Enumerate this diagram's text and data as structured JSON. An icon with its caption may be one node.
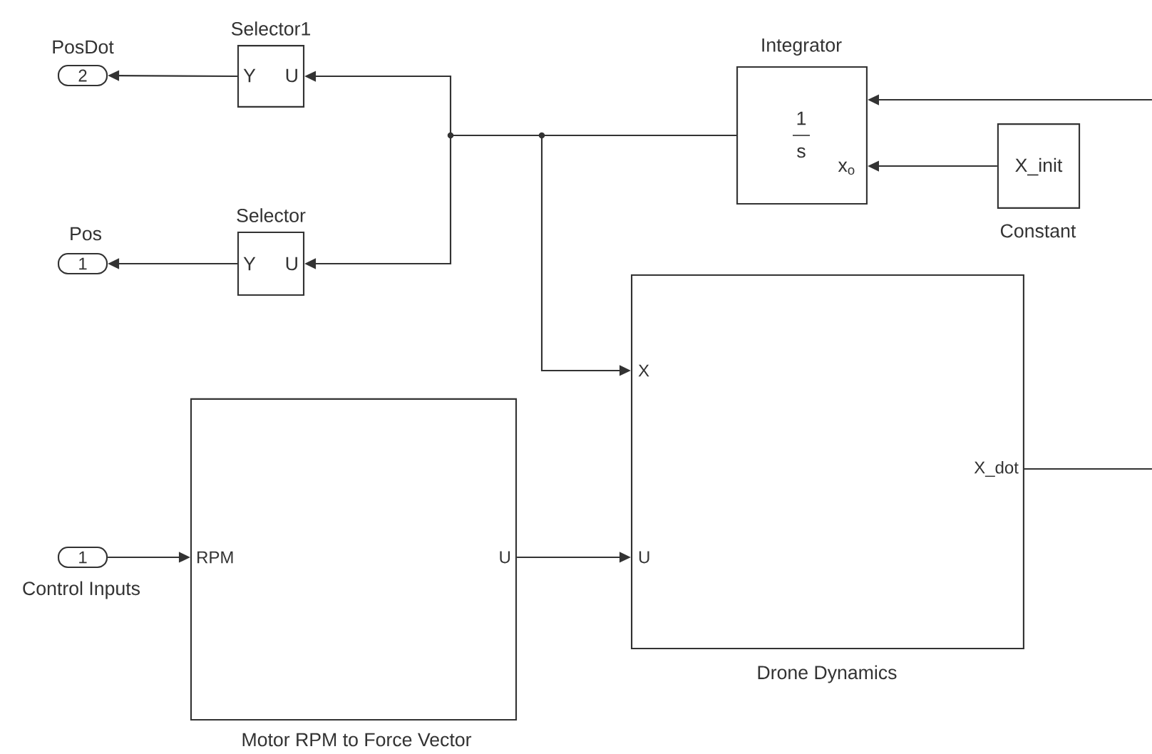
{
  "diagram": {
    "nodes": [
      {
        "text": [
          "2"
        ],
        "beside": [
          "PosDot"
        ]
      },
      {
        "text": [
          "Y",
          "U"
        ],
        "beside": [
          "Selector1"
        ]
      },
      {
        "text": [
          "1"
        ],
        "beside": [
          "Pos"
        ]
      },
      {
        "text": [
          "Y",
          "U"
        ],
        "beside": [
          "Selector"
        ]
      },
      {
        "text": [
          "1",
          "s",
          "x$_{o}$"
        ],
        "beside": [
          "Integrator"
        ]
      },
      {
        "text": [
          "X_init"
        ],
        "beside": [
          "Constant"
        ]
      },
      {
        "text": [
          "X",
          "U",
          "X_dot"
        ],
        "beside": [
          "Drone Dynamics"
        ]
      },
      {
        "text": [
          "1"
        ],
        "beside": [
          "Control Inputs"
        ]
      },
      {
        "text": [
          "RPM",
          "U"
        ],
        "beside": [
          "Motor RPM to Force Vector"
        ]
      }
    ],
    "edges": [
      {
        "from": 1,
        "to": 0,
        "arrow": "to"
      },
      {
        "from": 3,
        "to": 2,
        "arrow": "to"
      },
      {
        "from": 4,
        "to": 1,
        "arrow": "to"
      },
      {
        "from": 4,
        "to": 3,
        "arrow": "to"
      },
      {
        "from": 4,
        "to": 6,
        "arrow": "to"
      },
      {
        "from": 5,
        "to": 4,
        "arrow": "to"
      },
      {
        "from": null,
        "to": 4,
        "arrow": "to"
      },
      {
        "from": 6,
        "to": null,
        "arrow": "none"
      },
      {
        "from": 7,
        "to": 8,
        "arrow": "to"
      },
      {
        "from": 8,
        "to": 6,
        "arrow": "to"
      }
    ]
  }
}
